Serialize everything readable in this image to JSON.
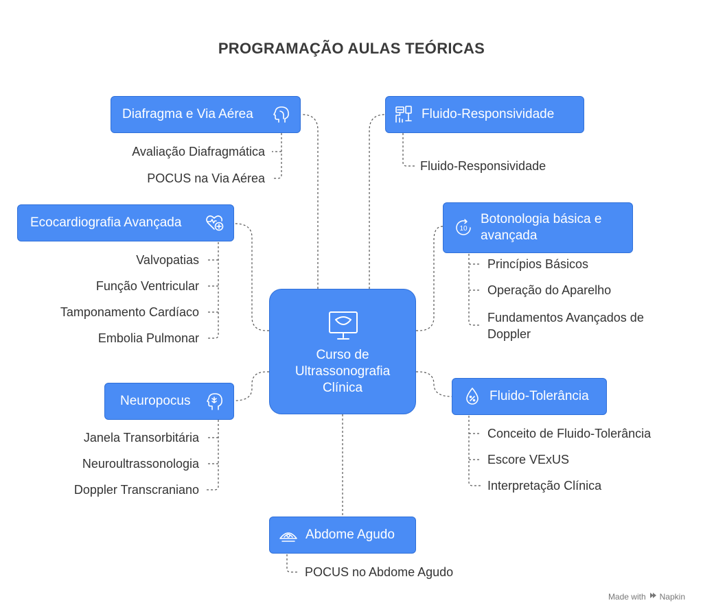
{
  "title": "PROGRAMAÇÃO AULAS TEÓRICAS",
  "center": {
    "label": "Curso de\nUltrassonografia\nClínica",
    "icon": "ultrasound-monitor-icon"
  },
  "topics": {
    "diafragma": {
      "label": "Diafragma e Via Aérea",
      "icon": "head-airway-icon",
      "items": [
        "Avaliação Diafragmática",
        "POCUS na Via Aérea"
      ]
    },
    "eco": {
      "label": "Ecocardiografia Avançada",
      "icon": "heart-plus-icon",
      "items": [
        "Valvopatias",
        "Função Ventricular",
        "Tamponamento Cardíaco",
        "Embolia Pulmonar"
      ]
    },
    "neuro": {
      "label": "Neuropocus",
      "icon": "brain-head-icon",
      "items": [
        "Janela Transorbitária",
        "Neuroultrassonologia",
        "Doppler Transcraniano"
      ]
    },
    "fluidoResp": {
      "label": "Fluido-Responsividade",
      "icon": "iv-fluid-icon",
      "items": [
        "Fluido-Responsividade"
      ]
    },
    "botonologia": {
      "label": "Botonologia básica e avançada",
      "icon": "timer-10-icon",
      "items": [
        "Princípios Básicos",
        "Operação do Aparelho",
        "Fundamentos Avançados de Doppler"
      ]
    },
    "fluidoTol": {
      "label": "Fluido-Tolerância",
      "icon": "drop-percent-icon",
      "items": [
        "Conceito de Fluido-Tolerância",
        "Escore VExUS",
        "Interpretação Clínica"
      ]
    },
    "abdome": {
      "label": "Abdome Agudo",
      "icon": "ultrasound-scan-icon",
      "items": [
        "POCUS no Abdome Agudo"
      ]
    }
  },
  "credit": {
    "prefix": "Made with",
    "brand": "Napkin"
  },
  "colors": {
    "box": "#4a8cf5",
    "border": "#2f6fd8",
    "text": "#333333",
    "connector": "#555555"
  }
}
